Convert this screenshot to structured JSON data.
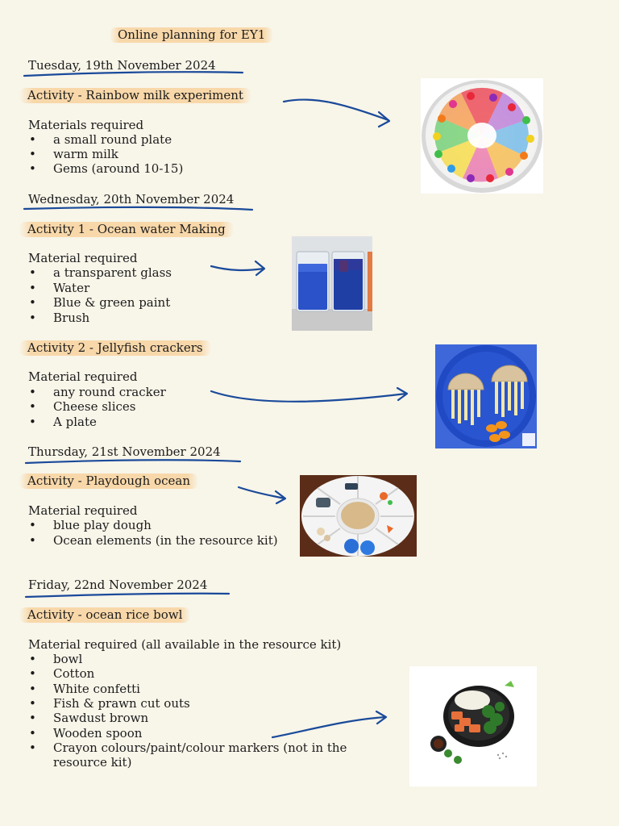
{
  "title": "Online planning for EY1",
  "days": {
    "tuesday": "Tuesday, 19th November 2024",
    "wednesday": "Wednesday, 20th November 2024",
    "thursday": "Thursday, 21st November 2024",
    "friday": "Friday, 22nd November 2024"
  },
  "activities": {
    "rainbow": {
      "title": "Activity - Rainbow milk experiment",
      "materials_label": "Materials required",
      "items": [
        "a small round plate",
        "warm milk",
        "Gems (around 10-15)"
      ]
    },
    "ocean_water": {
      "title": "Activity 1 - Ocean water Making",
      "materials_label": "Material required",
      "items": [
        "a transparent glass",
        "Water",
        "Blue & green paint",
        "Brush"
      ]
    },
    "jellyfish": {
      "title": "Activity 2 - Jellyfish crackers",
      "materials_label": "Material required",
      "items": [
        "any round cracker",
        "Cheese slices",
        "A plate"
      ]
    },
    "playdough": {
      "title": "Activity - Playdough ocean",
      "materials_label": "Material required",
      "items": [
        "blue play dough",
        "Ocean elements (in the resource kit)"
      ]
    },
    "rice_bowl": {
      "title": "Activity - ocean rice bowl",
      "materials_label": "Material required (all available in the resource kit)",
      "items": [
        "bowl",
        "Cotton",
        "White confetti",
        "Fish & prawn cut outs",
        "Sawdust brown",
        "Wooden spoon",
        "Crayon colours/paint/colour markers (not in the",
        "resource kit)"
      ]
    }
  },
  "bullet_char": "•",
  "colors": {
    "background": "#f8f5e9",
    "ink_blue": "#1a4a9a",
    "highlight": "#f8d6a6"
  }
}
